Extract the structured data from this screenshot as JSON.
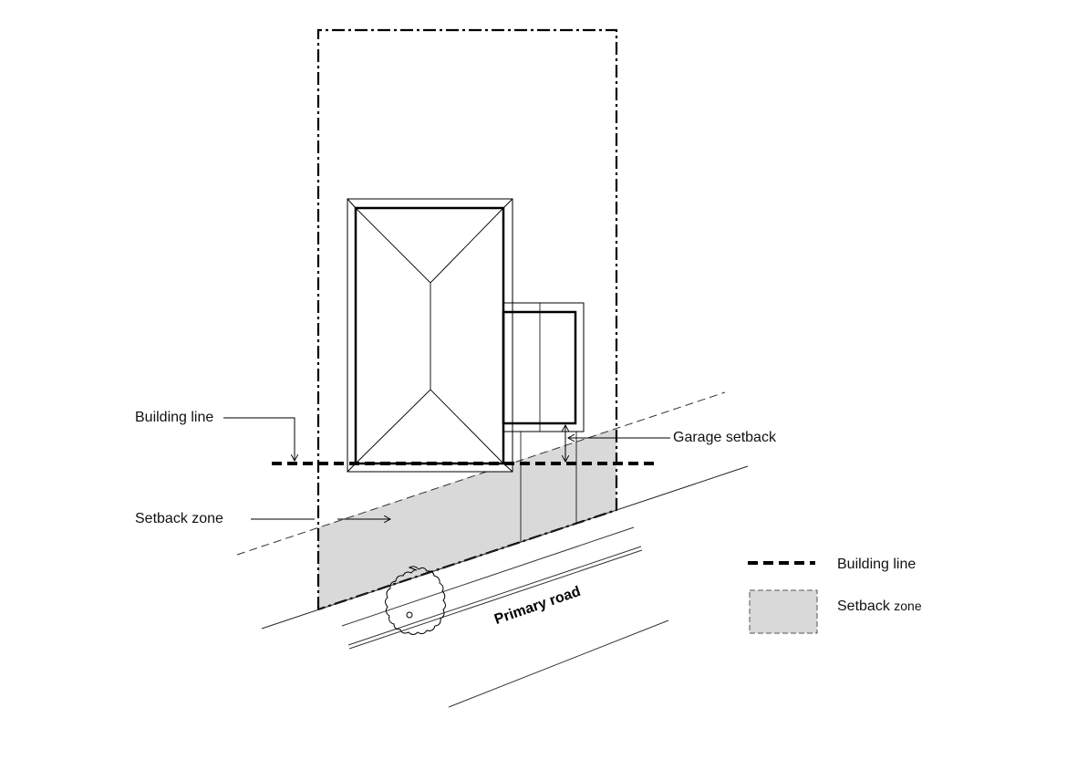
{
  "labels": {
    "building_line": "Building line",
    "setback_zone": "Setback zone",
    "garage_setback": "Garage setback",
    "primary_road": "Primary road"
  },
  "legend": {
    "building_line": "Building line",
    "setback_zone_main": "Setback",
    "setback_zone_suffix": "zone"
  },
  "colors": {
    "setback_fill": "#d9d9da",
    "line": "#000000"
  }
}
